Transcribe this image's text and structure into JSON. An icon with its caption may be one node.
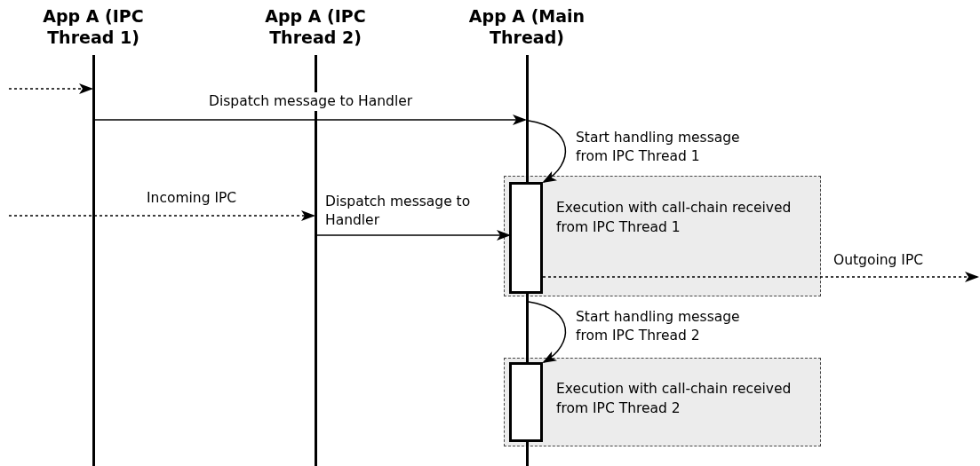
{
  "diagram": {
    "nodes": [
      {
        "text": [
          "App A (IPC Thread 1)"
        ]
      },
      {
        "text": [
          "App A (IPC Thread 2)"
        ]
      },
      {
        "text": [
          "App A (Main Thread)"
        ]
      },
      {
        "text": [
          "Execution with call-chain received from IPC Thread 1"
        ]
      },
      {
        "text": [],
        "shape": "bar",
        "in": 3
      },
      {
        "text": [
          "Execution with call-chain received from IPC Thread 2"
        ]
      },
      {
        "text": [],
        "shape": "bar",
        "in": 5
      }
    ],
    "edges": [
      {
        "from": null,
        "to": 0,
        "arrow": "to",
        "style": "dashed"
      },
      {
        "from": 0,
        "to": 2,
        "arrow": "to",
        "label": "Dispatch message to Handler"
      },
      {
        "from": 2,
        "to": 4,
        "arrow": "to",
        "label": "Start handling message from IPC Thread 1"
      },
      {
        "from": null,
        "to": 1,
        "arrow": "to",
        "style": "dashed",
        "label": "Incoming IPC"
      },
      {
        "from": 1,
        "to": 4,
        "arrow": "to",
        "label": "Dispatch message to Handler"
      },
      {
        "from": 4,
        "to": null,
        "arrow": "to",
        "style": "dashed",
        "label": "Outgoing IPC"
      },
      {
        "from": 2,
        "to": 6,
        "arrow": "to",
        "label": "Start handling message from IPC Thread 2"
      }
    ]
  }
}
